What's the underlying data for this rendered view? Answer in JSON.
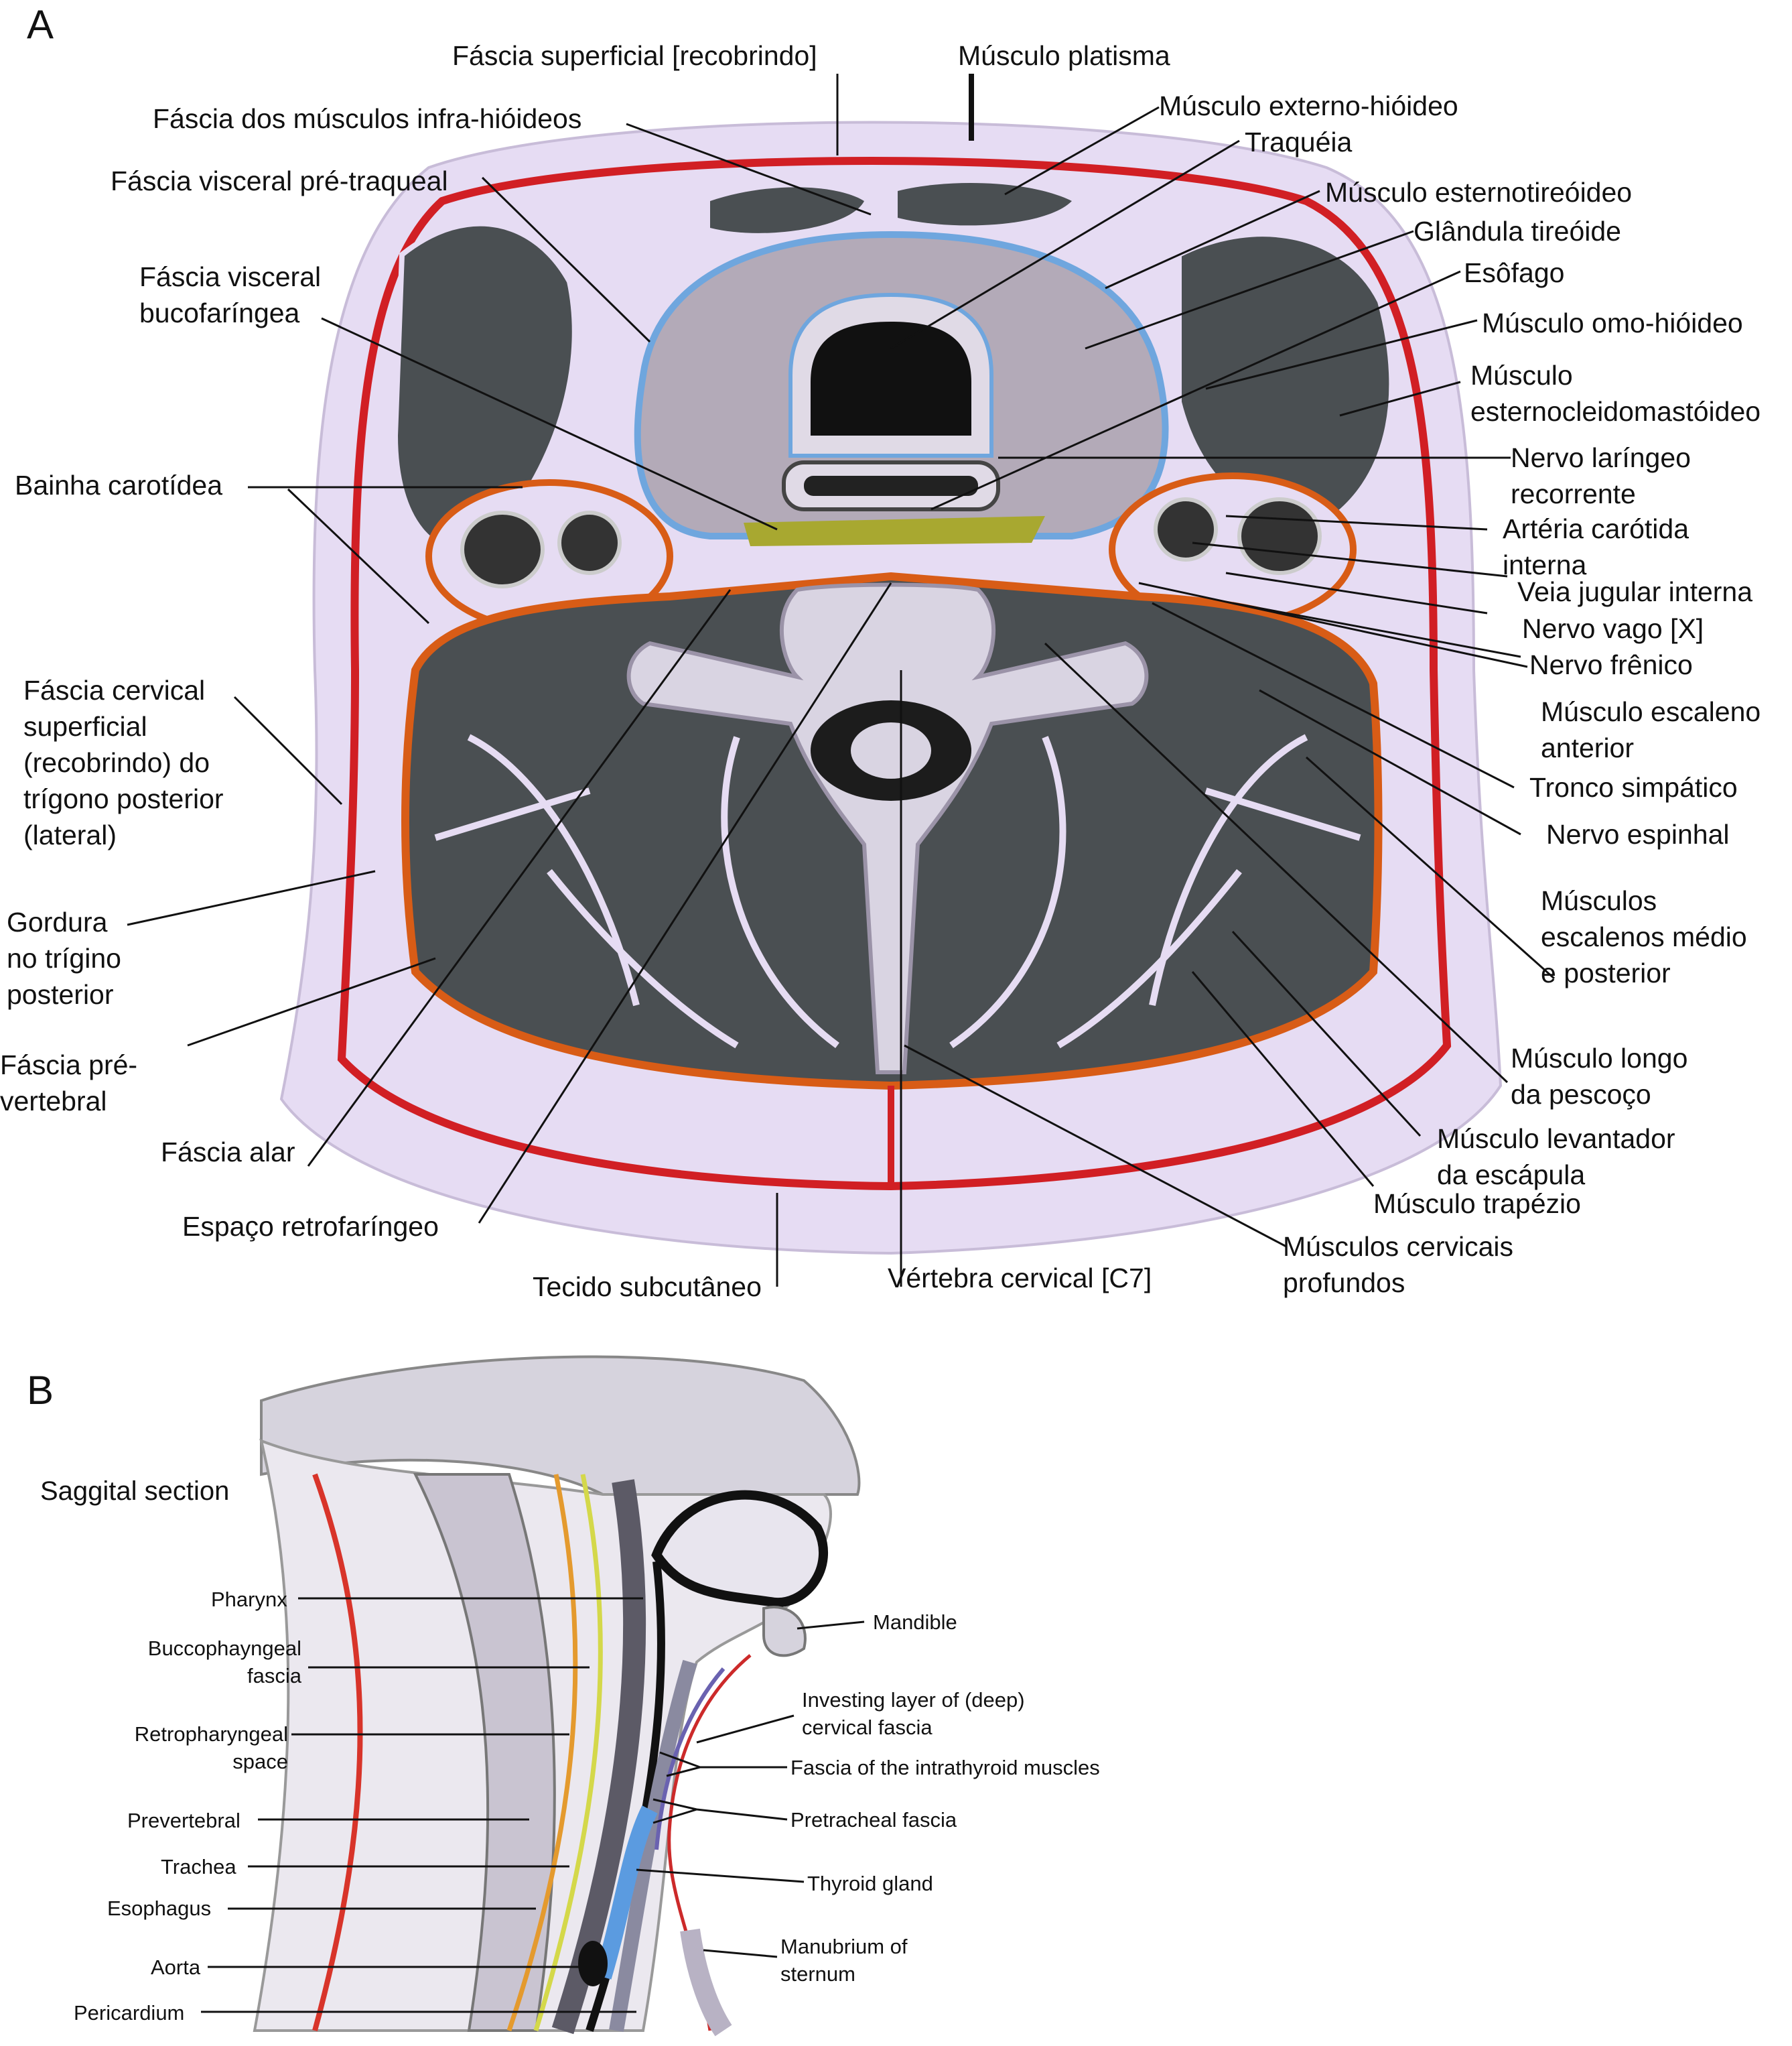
{
  "panels": {
    "a": {
      "letter": "A"
    },
    "b": {
      "letter": "B",
      "subtitle": "Saggital section"
    }
  },
  "labels_a": {
    "fascia_superficial": "Fáscia superficial [recobrindo]",
    "musculo_platisma": "Músculo platisma",
    "fascia_infra_hioideos": "Fáscia dos músculos infra-hióideos",
    "musculo_externo_hioideo": "Músculo externo-hióideo",
    "traqueia": "Traquéia",
    "fascia_visceral_pretraqueal": "Fáscia visceral pré-traqueal",
    "musculo_esternotireoideo": "Músculo esternotireóideo",
    "glandula_tireoide": "Glândula tireóide",
    "fascia_visceral_bucofaringea_1": "Fáscia visceral",
    "fascia_visceral_bucofaringea_2": "bucofaríngea",
    "esofago": "Esôfago",
    "musculo_omo_hioideo": "Músculo omo-hióideo",
    "musculo_ecm_1": "Músculo",
    "musculo_ecm_2": "esternocleidomastóideo",
    "nervo_laringeo_1": "Nervo laríngeo",
    "nervo_laringeo_2": "recorrente",
    "bainha_carotidea": "Bainha carotídea",
    "arteria_carotida_1": "Artéria carótida",
    "arteria_carotida_2": "interna",
    "veia_jugular": "Veia jugular interna",
    "nervo_vago": "Nervo vago [X]",
    "nervo_frenico": "Nervo frênico",
    "escaleno_anterior_1": "Músculo escaleno",
    "escaleno_anterior_2": "anterior",
    "fascia_cervical_1": "Fáscia cervical",
    "fascia_cervical_2": "superficial",
    "fascia_cervical_3": "(recobrindo) do",
    "fascia_cervical_4": "trígono posterior",
    "fascia_cervical_5": "(lateral)",
    "tronco_simpatico": "Tronco simpático",
    "nervo_espinhal": "Nervo espinhal",
    "gordura_1": "Gordura",
    "gordura_2": "no trígino",
    "gordura_3": "posterior",
    "escalenos_1": "Músculos",
    "escalenos_2": "escalenos médio",
    "escalenos_3": "e posterior",
    "fascia_prevertebral_1": "Fáscia pré-",
    "fascia_prevertebral_2": "vertebral",
    "longo_1": "Músculo longo",
    "longo_2": "da pescoço",
    "levantador_1": "Músculo levantador",
    "levantador_2": "da escápula",
    "fascia_alar": "Fáscia alar",
    "trapezio": "Músculo trapézio",
    "espaco_retrofaringeo": "Espaço retrofaríngeo",
    "cervicais_profundos_1": "Músculos cervicais",
    "cervicais_profundos_2": "profundos",
    "tecido_subcutaneo": "Tecido subcutâneo",
    "vertebra_c7": "Vértebra cervical [C7]"
  },
  "labels_b": {
    "pharynx": "Pharynx",
    "buccopharyngeal_1": "Buccophayngeal",
    "buccopharyngeal_2": "fascia",
    "retropharyngeal_1": "Retropharyngeal",
    "retropharyngeal_2": "space",
    "prevertebral": "Prevertebral",
    "trachea": "Trachea",
    "esophagus": "Esophagus",
    "aorta": "Aorta",
    "pericardium": "Pericardium",
    "mandible": "Mandible",
    "investing_1": "Investing layer of (deep)",
    "investing_2": "cervical fascia",
    "intrathyroid": "Fascia of the intrathyroid muscles",
    "pretracheal": "Pretracheal fascia",
    "thyroid": "Thyroid gland",
    "manubrium_1": "Manubrium of",
    "manubrium_2": "sternum"
  },
  "colors": {
    "background_tissue": "#e6dcf3",
    "muscle": "#4a4f52",
    "investing_fascia": "#d11f24",
    "prevertebral_fascia": "#d85c16",
    "pretracheal_fascia": "#6fa6de",
    "buccopharyngeal_fascia": "#a8a830",
    "bone": "#d9d4e2"
  }
}
